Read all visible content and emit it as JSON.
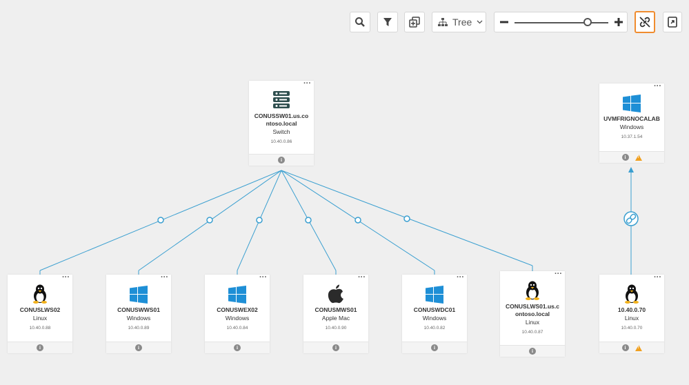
{
  "toolbar": {
    "layout_label": "Tree",
    "zoom_level": 0.85,
    "highlight_color": "#f08c2e",
    "buttons": [
      "search-icon",
      "filter-icon",
      "add-layer-icon",
      "zoom-out-icon",
      "zoom-in-icon",
      "unlink-icon",
      "export-icon"
    ]
  },
  "colors": {
    "link": "#3a9fd0",
    "windows": "#1e8fd6",
    "warning": "#f0a020"
  },
  "nodes": {
    "switch": {
      "name": "CONUSSW01.us.contoso.local",
      "type": "Switch",
      "ip": "10.40.0.86",
      "icon": "server-icon"
    },
    "uvm": {
      "name": "UVMFRIGNOCALAB",
      "type": "Windows",
      "ip": "10.37.1.54",
      "icon": "windows-icon",
      "warning": true
    },
    "lws02": {
      "name": "CONUSLWS02",
      "type": "Linux",
      "ip": "10.40.0.88",
      "icon": "linux-icon"
    },
    "wws01": {
      "name": "CONUSWWS01",
      "type": "Windows",
      "ip": "10.40.0.89",
      "icon": "windows-icon"
    },
    "wex02": {
      "name": "CONUSWEX02",
      "type": "Windows",
      "ip": "10.40.0.84",
      "icon": "windows-icon"
    },
    "mws01": {
      "name": "CONUSMWS01",
      "type": "Apple Mac",
      "ip": "10.40.0.90",
      "icon": "apple-icon"
    },
    "wdc01": {
      "name": "CONUSWDC01",
      "type": "Windows",
      "ip": "10.40.0.82",
      "icon": "windows-icon"
    },
    "lws01": {
      "name": "CONUSLWS01.us.contoso.local",
      "type": "Linux",
      "ip": "10.40.0.87",
      "icon": "linux-icon"
    },
    "ip70": {
      "name": "10.40.0.70",
      "type": "Linux",
      "ip": "10.40.0.70",
      "icon": "linux-icon",
      "warning": true
    }
  }
}
